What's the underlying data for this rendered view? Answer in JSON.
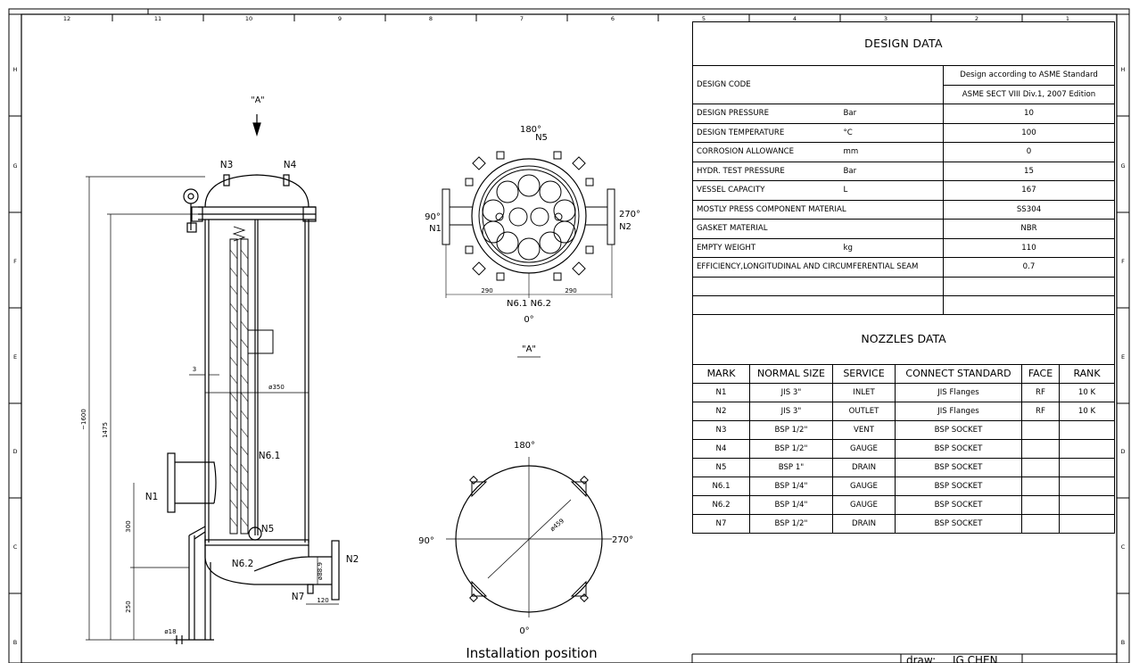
{
  "grid": {
    "top_columns": [
      "12",
      "11",
      "10",
      "9",
      "8",
      "7",
      "6",
      "5",
      "4",
      "3",
      "2",
      "1"
    ],
    "side_rows": [
      "H",
      "G",
      "F",
      "E",
      "D",
      "C",
      "B"
    ]
  },
  "side_view": {
    "view_marker": "\"A\"",
    "nozzle_labels": [
      "N3",
      "N4",
      "N1",
      "N2",
      "N5",
      "N6.1",
      "N6.2",
      "N7"
    ],
    "dimensions": {
      "overall_height": "~1600",
      "shell_height": "1475",
      "inlet_height": "300",
      "leg_height": "250",
      "diameter": "ø350",
      "thickness": "3",
      "outlet_offset": "120",
      "outlet_diameter": "ø88.9",
      "leg_diameter": "ø18"
    }
  },
  "top_view": {
    "angles": {
      "top": "180°",
      "left": "90°",
      "right": "270°",
      "bottom": "0°"
    },
    "labels": {
      "top": "N5",
      "left": "N1",
      "right": "N2",
      "bottom": "N6.1  N6.2"
    },
    "dim_left": "290",
    "dim_right": "290",
    "caption": "\"A\""
  },
  "install_view": {
    "angles": {
      "top": "180°",
      "left": "90°",
      "right": "270°",
      "bottom": "0°"
    },
    "diameter": "ø459",
    "caption": "Installation position"
  },
  "design_data": {
    "title": "DESIGN   DATA",
    "code_label": "DESIGN CODE",
    "code_line1": "Design according to ASME Standard",
    "code_line2": "ASME SECT VIII Div.1, 2007 Edition",
    "rows": [
      {
        "label": "DESIGN PRESSURE",
        "unit": "Bar",
        "value": "10"
      },
      {
        "label": "DESIGN TEMPERATURE",
        "unit": "°C",
        "value": "100"
      },
      {
        "label": "CORROSION  ALLOWANCE",
        "unit": "mm",
        "value": "0"
      },
      {
        "label": "HYDR. TEST PRESSURE",
        "unit": "Bar",
        "value": "15"
      },
      {
        "label": "VESSEL CAPACITY",
        "unit": "L",
        "value": "167"
      },
      {
        "label": "MOSTLY PRESS COMPONENT MATERIAL",
        "unit": "",
        "value": "SS304"
      },
      {
        "label": "GASKET MATERIAL",
        "unit": "",
        "value": "NBR"
      },
      {
        "label": "EMPTY WEIGHT",
        "unit": "kg",
        "value": "110"
      },
      {
        "label": "EFFICIENCY,LONGITUDINAL AND CIRCUMFERENTIAL SEAM",
        "unit": "",
        "value": "0.7"
      }
    ]
  },
  "nozzles_data": {
    "title": "NOZZLES  DATA",
    "headers": [
      "MARK",
      "NORMAL SIZE",
      "SERVICE",
      "CONNECT STANDARD",
      "FACE",
      "RANK"
    ],
    "rows": [
      [
        "N1",
        "JIS 3\"",
        "INLET",
        "JIS Flanges",
        "RF",
        "10 K"
      ],
      [
        "N2",
        "JIS 3\"",
        "OUTLET",
        "JIS Flanges",
        "RF",
        "10 K"
      ],
      [
        "N3",
        "BSP 1/2\"",
        "VENT",
        "BSP SOCKET",
        "",
        ""
      ],
      [
        "N4",
        "BSP 1/2\"",
        "GAUGE",
        "BSP SOCKET",
        "",
        ""
      ],
      [
        "N5",
        "BSP 1\"",
        "DRAIN",
        "BSP SOCKET",
        "",
        ""
      ],
      [
        "N6.1",
        "BSP 1/4\"",
        "GAUGE",
        "BSP SOCKET",
        "",
        ""
      ],
      [
        "N6.2",
        "BSP 1/4\"",
        "GAUGE",
        "BSP SOCKET",
        "",
        ""
      ],
      [
        "N7",
        "BSP 1/2\"",
        "DRAIN",
        "BSP SOCKET",
        "",
        ""
      ]
    ]
  },
  "title_block": {
    "draw_label": "draw:",
    "draw_name": "JG.CHEN"
  }
}
